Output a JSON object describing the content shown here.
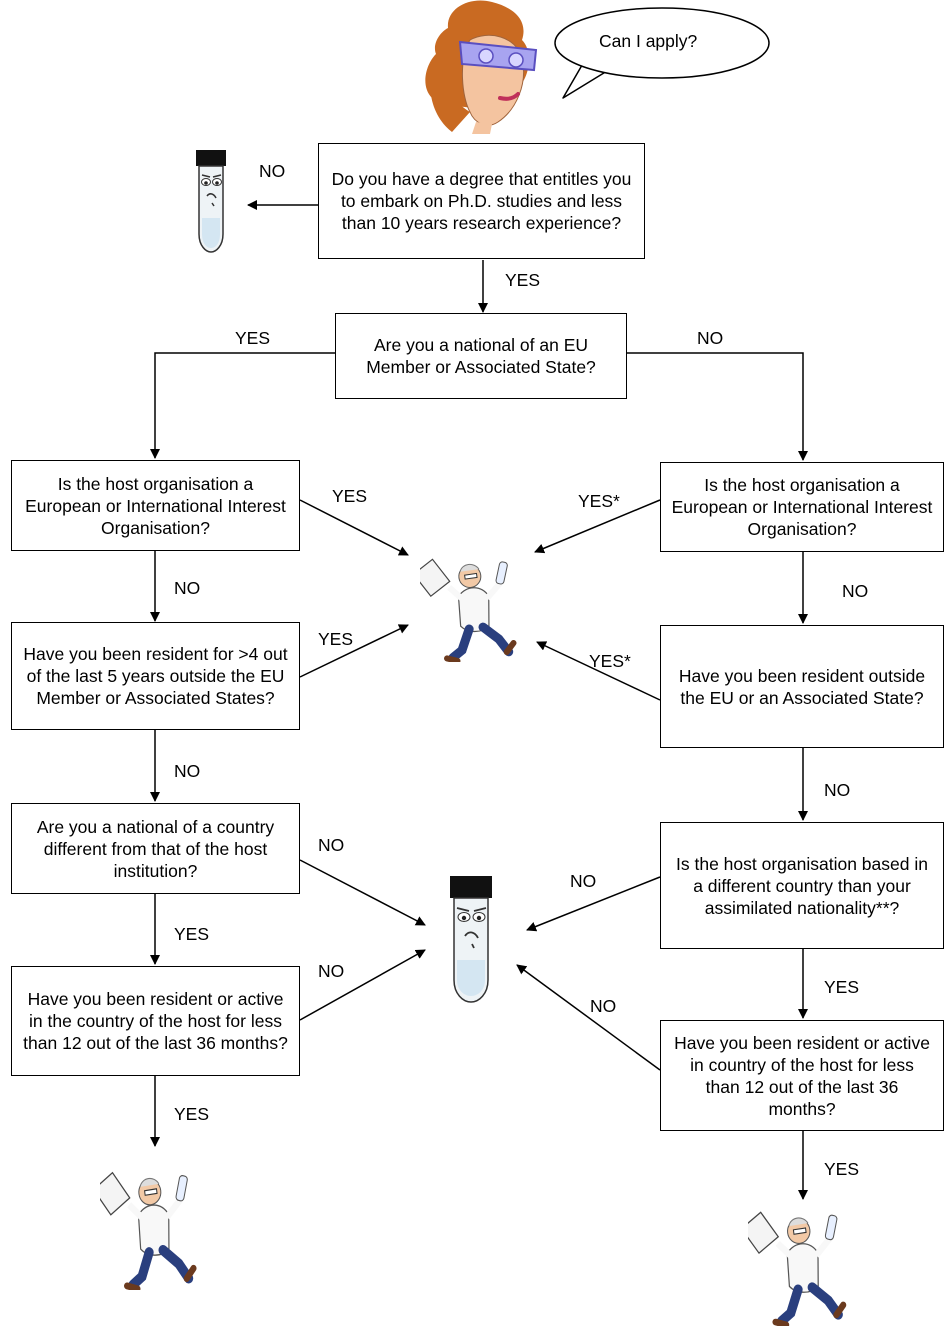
{
  "speech": "Can I apply?",
  "questions": {
    "degree": "Do you have a degree that entitles you to embark on Ph.D. studies and less than 10 years research experience?",
    "national_eu": "Are you a national of an EU Member or Associated State?",
    "left_host_org": "Is the host organisation a European or International Interest Organisation?",
    "left_resident": "Have you been resident for >4 out of the last 5 years outside the EU Member or Associated States?",
    "left_national_diff": "Are you a national of a country different from that of the host institution?",
    "left_resident_host": "Have you been resident or active in the country of the host for less than 12 out of the last 36 months?",
    "right_host_org": "Is the host organisation a European or International Interest Organisation?",
    "right_resident": "Have you been resident outside the EU or an Associated State?",
    "right_host_based": "Is the host organisation based in a different country than your assimilated nationality**?",
    "right_resident_host": "Have you been resident or active in country of the host for less than 12 out of the last 36 months?"
  },
  "labels": {
    "degree_no": "NO",
    "degree_yes": "YES",
    "national_yes": "YES",
    "national_no": "NO",
    "l_host_yes": "YES",
    "l_host_no": "NO",
    "l_res_yes": "YES",
    "l_res_no": "NO",
    "l_nat_no": "NO",
    "l_nat_yes": "YES",
    "l_res_host_no": "NO",
    "l_res_host_yes": "YES",
    "r_host_yes": "YES*",
    "r_host_no": "NO",
    "r_res_yes": "YES*",
    "r_res_no": "NO",
    "r_based_no": "NO",
    "r_based_yes": "YES",
    "r_res_host_no": "NO",
    "r_res_host_yes": "YES"
  }
}
